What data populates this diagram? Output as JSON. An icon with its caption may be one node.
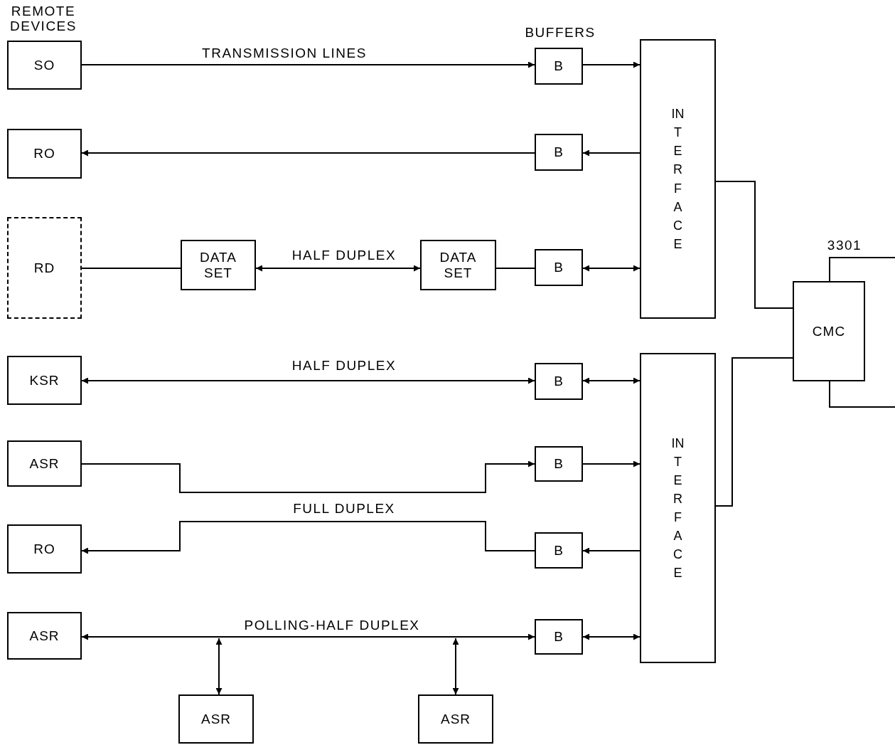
{
  "diagram": {
    "nodes": [
      {
        "text": [
          "SO"
        ]
      },
      {
        "text": [
          "RO"
        ]
      },
      {
        "text": [
          "RD"
        ]
      },
      {
        "text": [
          "DATA SET"
        ]
      },
      {
        "text": [
          "DATA SET"
        ]
      },
      {
        "text": [
          "KSR"
        ]
      },
      {
        "text": [
          "ASR"
        ]
      },
      {
        "text": [
          "RO"
        ]
      },
      {
        "text": [
          "ASR"
        ]
      },
      {
        "text": [
          "ASR"
        ]
      },
      {
        "text": [
          "ASR"
        ]
      },
      {
        "text": [
          "B"
        ]
      },
      {
        "text": [
          "B"
        ]
      },
      {
        "text": [
          "B"
        ]
      },
      {
        "text": [
          "B"
        ]
      },
      {
        "text": [
          "B"
        ]
      },
      {
        "text": [
          "B"
        ]
      },
      {
        "text": [
          "B"
        ]
      },
      {
        "text": [
          "INTERFACE"
        ]
      },
      {
        "text": [
          "INTERFACE"
        ]
      },
      {
        "text": [
          "CMC"
        ]
      }
    ],
    "edges": [
      {
        "from": 0,
        "to": 11,
        "arrow": "to",
        "label": "TRANSMISSION LINES"
      },
      {
        "from": 11,
        "to": 18,
        "arrow": "to"
      },
      {
        "from": 12,
        "to": 1,
        "arrow": "to"
      },
      {
        "from": 18,
        "to": 12,
        "arrow": "to"
      },
      {
        "from": 2,
        "to": 3,
        "arrow": "none"
      },
      {
        "from": 3,
        "to": 4,
        "arrow": "both",
        "label": "HALF DUPLEX"
      },
      {
        "from": 4,
        "to": 13,
        "arrow": "none"
      },
      {
        "from": 13,
        "to": 18,
        "arrow": "both"
      },
      {
        "from": 5,
        "to": 14,
        "arrow": "both",
        "label": "HALF DUPLEX"
      },
      {
        "from": 14,
        "to": 19,
        "arrow": "both"
      },
      {
        "from": 6,
        "to": 15,
        "arrow": "to"
      },
      {
        "from": 15,
        "to": 19,
        "arrow": "to"
      },
      {
        "from": 16,
        "to": 7,
        "arrow": "to"
      },
      {
        "from": 19,
        "to": 16,
        "arrow": "to"
      },
      {
        "from": 8,
        "to": 17,
        "arrow": "both",
        "label": "POLLING-HALF DUPLEX"
      },
      {
        "from": 17,
        "to": 19,
        "arrow": "both"
      },
      {
        "from": null,
        "to": 9,
        "arrow": "both"
      },
      {
        "from": null,
        "to": 10,
        "arrow": "both"
      },
      {
        "from": 18,
        "to": 20,
        "arrow": "none"
      },
      {
        "from": 19,
        "to": 20,
        "arrow": "none"
      },
      {
        "from": 20,
        "to": null,
        "arrow": "none"
      },
      {
        "from": 20,
        "to": null,
        "arrow": "none"
      }
    ],
    "labels": [
      "REMOTE DEVICES",
      "BUFFERS",
      "FULL DUPLEX",
      "3301"
    ]
  }
}
